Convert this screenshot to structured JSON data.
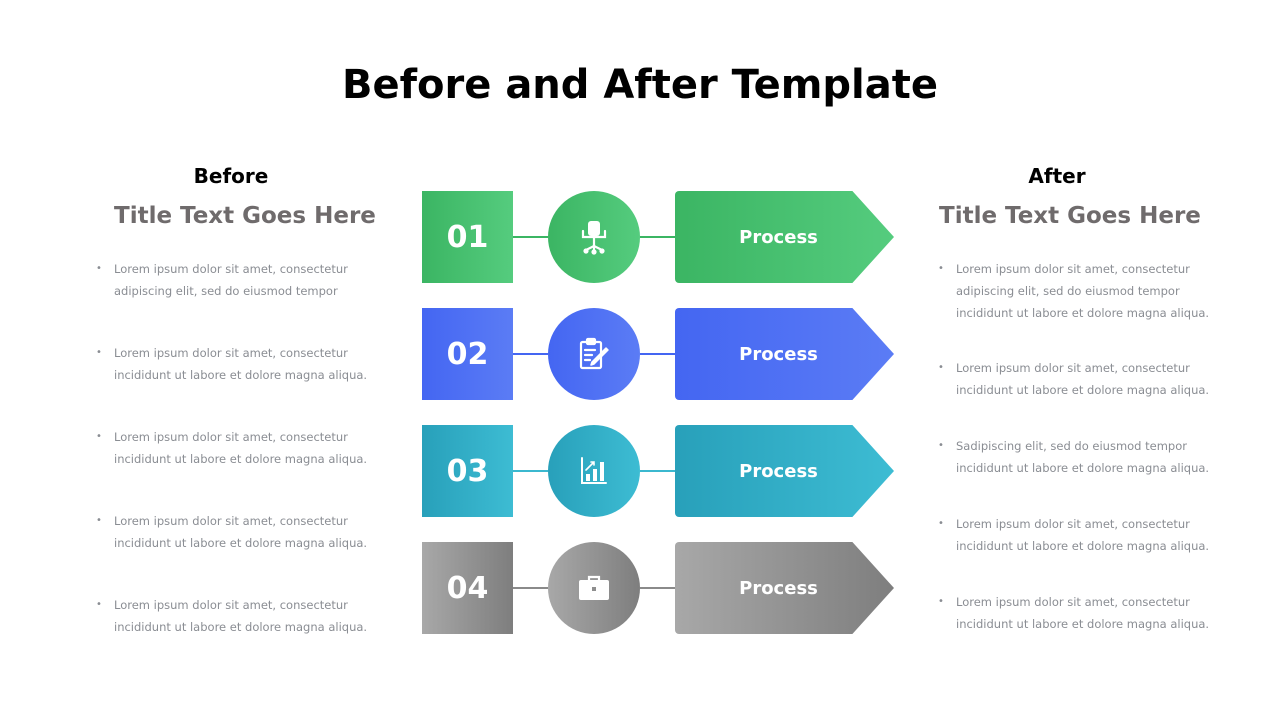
{
  "title": "Before and After Template",
  "before": {
    "heading": "Before",
    "title": "Title Text Goes Here",
    "bullets": [
      [
        "Lorem ipsum dolor sit amet, consectetur",
        "adipiscing elit, sed  do eiusmod tempor"
      ],
      [
        "Lorem ipsum dolor sit amet, consectetur",
        "incididunt ut labore et dolore magna aliqua."
      ],
      [
        "Lorem ipsum dolor sit amet, consectetur",
        "incididunt ut labore et dolore magna aliqua."
      ],
      [
        "Lorem ipsum dolor sit amet, consectetur",
        "incididunt ut labore et dolore magna aliqua."
      ],
      [
        "Lorem ipsum dolor sit amet, consectetur",
        "incididunt ut labore et dolore magna aliqua."
      ]
    ]
  },
  "after": {
    "heading": "After",
    "title": "Title Text Goes Here",
    "bullets": [
      [
        "Lorem ipsum dolor sit amet, consectetur",
        "adipiscing elit, sed  do eiusmod tempor",
        "incididunt ut labore et dolore magna aliqua."
      ],
      [
        "Lorem ipsum dolor sit amet, consectetur",
        "incididunt ut labore et dolore magna aliqua."
      ],
      [
        "Sadipiscing elit, sed  do eiusmod tempor",
        "incididunt ut labore et dolore magna aliqua."
      ],
      [
        "Lorem ipsum dolor sit amet, consectetur",
        "incididunt ut labore et dolore magna aliqua."
      ],
      [
        "Lorem ipsum dolor sit amet, consectetur",
        "incididunt ut labore et dolore magna aliqua."
      ]
    ]
  },
  "steps": [
    {
      "number": "01",
      "icon": "office-chair-icon",
      "label": "Process",
      "color_start": "#3bb563",
      "color_end": "#55cc7e"
    },
    {
      "number": "02",
      "icon": "clipboard-edit-icon",
      "label": "Process",
      "color_start": "#4466f2",
      "color_end": "#5b7cf5"
    },
    {
      "number": "03",
      "icon": "bar-chart-growth-icon",
      "label": "Process",
      "color_start": "#28a0ba",
      "color_end": "#3dbcd3"
    },
    {
      "number": "04",
      "icon": "briefcase-icon",
      "label": "Process",
      "color_start": "#a8a8a8",
      "color_end": "#7e7e7e"
    }
  ],
  "colors": {
    "title_text": "#000000",
    "subtitle_text": "#6f6b6c",
    "body_text": "#8a8d93"
  }
}
